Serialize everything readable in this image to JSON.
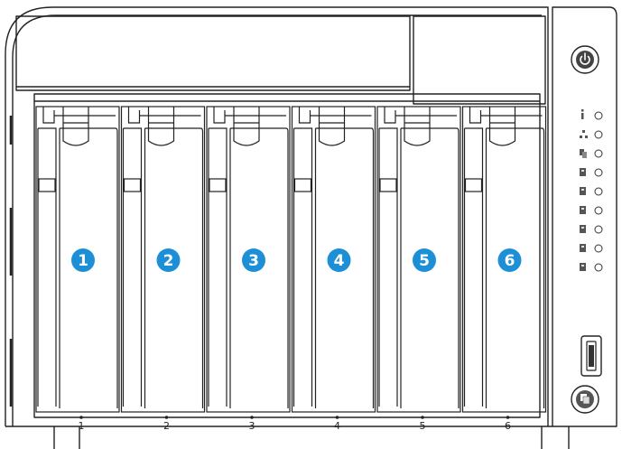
{
  "device": {
    "bays": [
      {
        "number": "1",
        "label": "1"
      },
      {
        "number": "2",
        "label": "2"
      },
      {
        "number": "3",
        "label": "3"
      },
      {
        "number": "4",
        "label": "4"
      },
      {
        "number": "5",
        "label": "5"
      },
      {
        "number": "6",
        "label": "6"
      }
    ],
    "led_indicators": [
      "status-icon",
      "network-icon",
      "copy-icon",
      "disk-1-icon",
      "disk-2-icon",
      "disk-3-icon",
      "disk-4-icon",
      "disk-5-icon",
      "disk-6-icon"
    ],
    "controls": {
      "power_button_icon": "power-icon",
      "usb_port_icon": "usb-icon",
      "copy_button_icon": "copy-icon"
    },
    "colors": {
      "callout": "#1c8fd6",
      "outline": "#222222",
      "panel": "#ffffff"
    }
  }
}
